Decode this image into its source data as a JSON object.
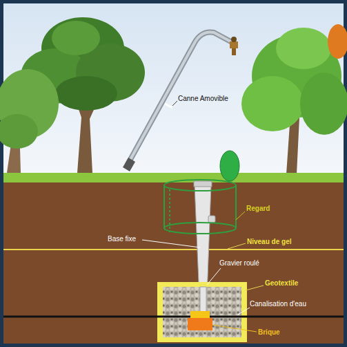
{
  "diagram": {
    "labels": [
      "Canne Amovible",
      "Regard",
      "Base fixe",
      "Niveau de gel",
      "Gravier roulé",
      "Geotextile",
      "Canalisation d'eau",
      "Brique"
    ]
  }
}
